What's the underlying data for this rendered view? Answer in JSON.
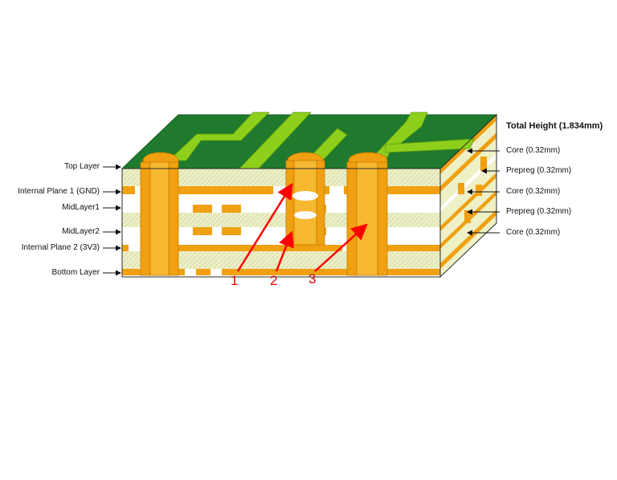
{
  "left_labels": [
    "Top Layer",
    "Internal Plane 1 (GND)",
    "MidLayer1",
    "MidLayer2",
    "Internal Plane 2 (3V3)",
    "Bottom Layer"
  ],
  "right_labels": {
    "total_height": "Total Height (1.834mm)",
    "layers": [
      "Core (0.32mm)",
      "Prepreg (0.32mm)",
      "Core (0.32mm)",
      "Prepreg (0.32mm)",
      "Core (0.32mm)"
    ]
  },
  "callouts": [
    "1",
    "2",
    "3"
  ],
  "colors": {
    "solder_mask": "#1f7a2e",
    "trace": "#8dcf1a",
    "copper": "#f0a010",
    "core": "#eef0c8",
    "prepreg": "#ffffff",
    "arrow": "#ff0000"
  }
}
